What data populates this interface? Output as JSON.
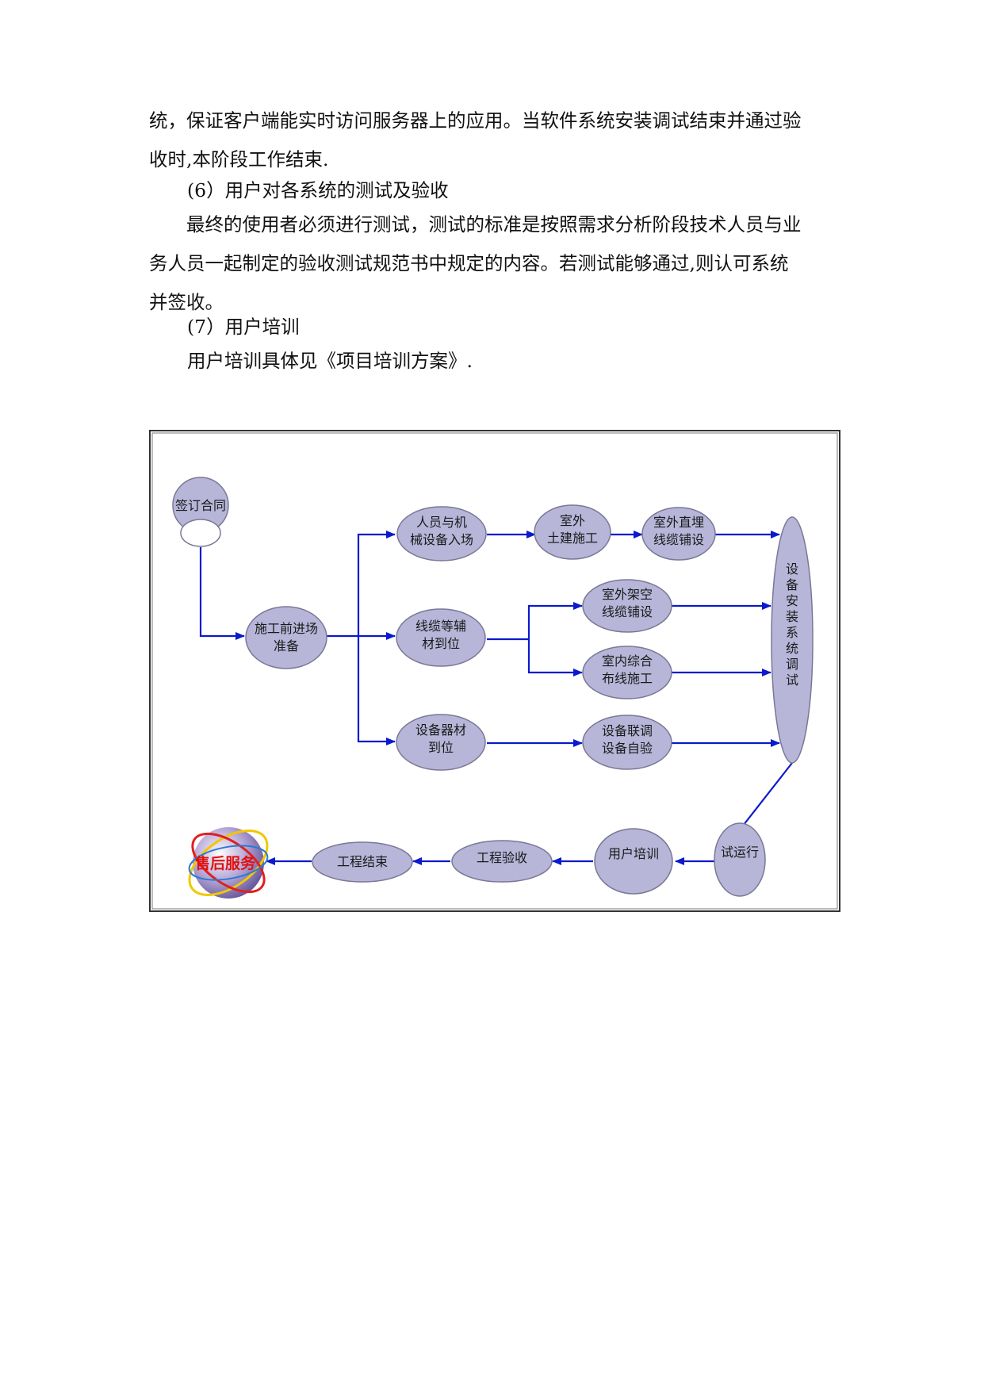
{
  "paragraphs": [
    {
      "lines": [
        "统，保证客户端能实时访问服务器上的应用。当软件系统安装调试结束并通过验",
        "收时,本阶段工作结束."
      ]
    },
    {
      "heading": "(6）用户对各系统的测试及验收"
    },
    {
      "lines": [
        "最终的使用者必须进行测试，测试的标准是按照需求分析阶段技术人员与业",
        "务人员一起制定的验收测试规范书中规定的内容。若测试能够通过,则认可系统",
        "并签收。"
      ]
    },
    {
      "heading": "(7）用户培训"
    },
    {
      "text": "用户培训具体见《项目培训方案》."
    }
  ],
  "flowchart": {
    "colors": {
      "node_fill": "#b7b5d8",
      "node_stroke": "#7a7896",
      "arrow": "#0a1acc",
      "after_sales_text": "#e01010"
    },
    "nodes": {
      "sign_contract": "签订合同",
      "pre_construction": [
        "施工前进场",
        "准备"
      ],
      "personnel_equipment": [
        "人员与机",
        "械设备入场"
      ],
      "outdoor_civil": [
        "室外",
        "土建施工"
      ],
      "outdoor_buried_cable": [
        "室外直埋",
        "线缆铺设"
      ],
      "cable_materials": [
        "线缆等辅",
        "材到位"
      ],
      "outdoor_aerial_cable": [
        "室外架空",
        "线缆铺设"
      ],
      "indoor_cabling": [
        "室内综合",
        "布线施工"
      ],
      "equipment_materials": [
        "设备器材",
        "到位"
      ],
      "equipment_joint_test": [
        "设备联调",
        "设备自验"
      ],
      "install_debug": [
        "设",
        "备",
        "安",
        "装",
        "系",
        "统",
        "调",
        "试"
      ],
      "trial_run": "试运行",
      "user_training": "用户培训",
      "project_acceptance": "工程验收",
      "project_end": "工程结束",
      "after_sales": "售后服务"
    }
  }
}
